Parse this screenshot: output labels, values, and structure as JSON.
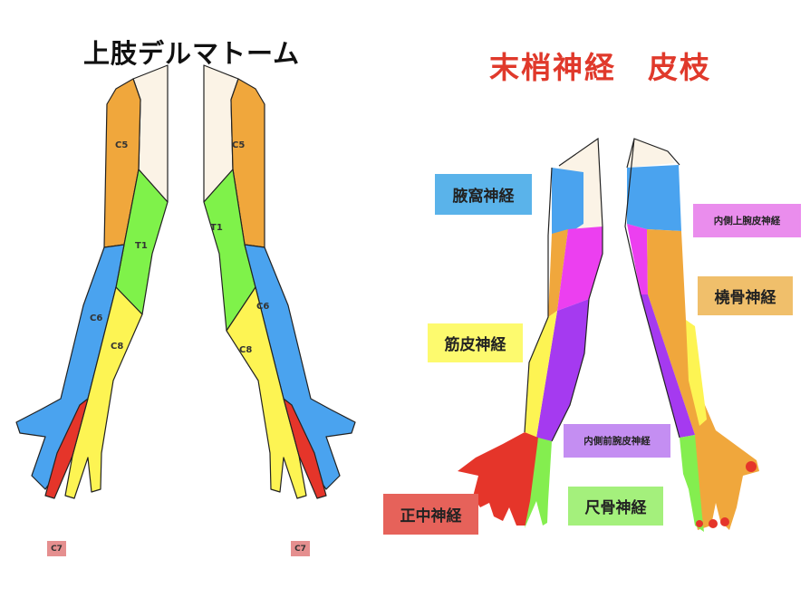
{
  "dermatome": {
    "title": "上肢デルマトーム",
    "segments": {
      "c5": "C5",
      "t1": "T1",
      "c6": "C6",
      "c8": "C8",
      "c7": "C7"
    },
    "colors": {
      "c5": "#f0a73c",
      "t1": "#7ff24a",
      "c6": "#4aa3ef",
      "c8": "#fdf453",
      "c7": "#e5352a",
      "unlabeled": "#fbf3e6"
    }
  },
  "peripheral": {
    "title": "末梢神経　皮枝",
    "nerves": {
      "axillary": {
        "label": "腋窩神経",
        "color": "#5ab3ea"
      },
      "medial_brachial_cutaneous": {
        "label": "内側上腕皮神経",
        "color": "#ea8ded"
      },
      "radial": {
        "label": "橈骨神経",
        "color": "#f0bf6b"
      },
      "musculocutaneous": {
        "label": "筋皮神経",
        "color": "#fdfa6e"
      },
      "medial_antebrachial_cutaneous": {
        "label": "内側前腕皮神経",
        "color": "#c48ef2"
      },
      "ulnar": {
        "label": "尺骨神経",
        "color": "#a4f07c"
      },
      "median": {
        "label": "正中神経",
        "color": "#e6625a"
      }
    }
  }
}
